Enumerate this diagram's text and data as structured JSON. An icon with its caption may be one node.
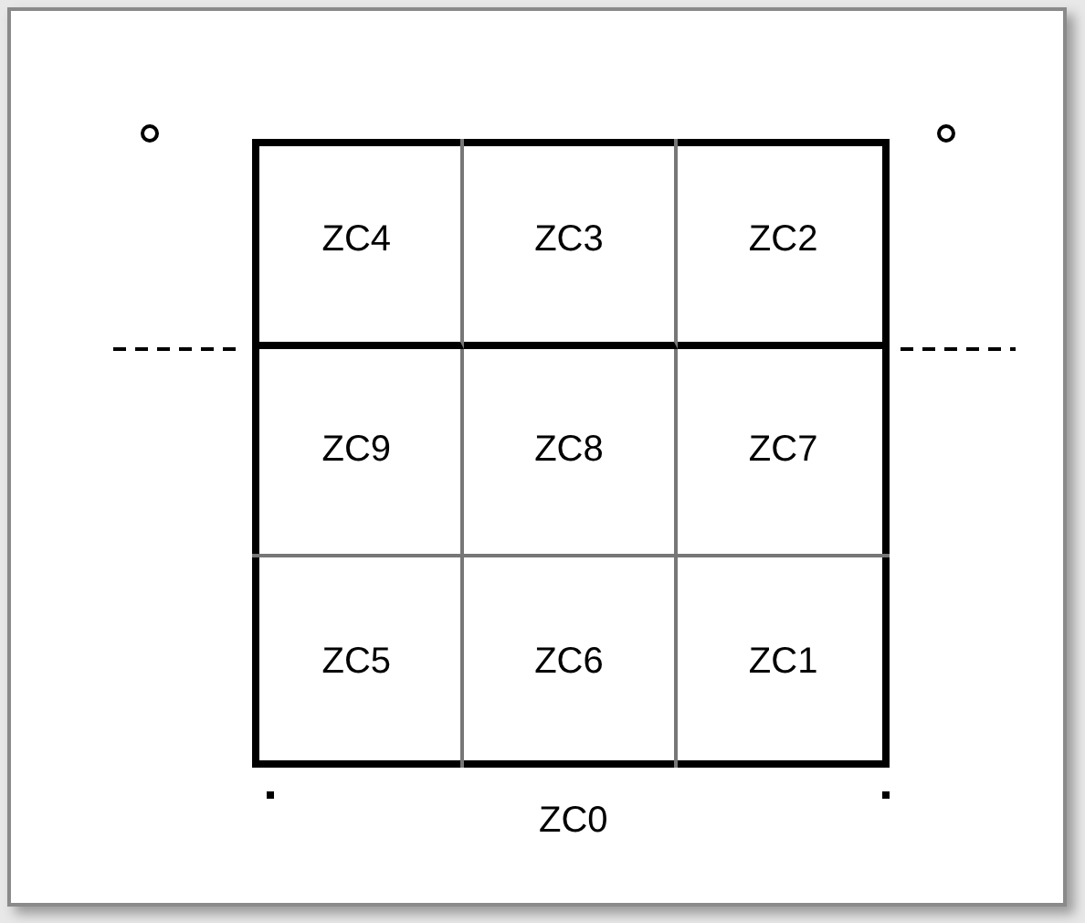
{
  "diagram": {
    "nodes": [
      {
        "text": [
          "ZC4"
        ]
      },
      {
        "text": [
          "ZC3"
        ]
      },
      {
        "text": [
          "ZC2"
        ]
      },
      {
        "text": [
          "ZC9"
        ]
      },
      {
        "text": [
          "ZC8"
        ]
      },
      {
        "text": [
          "ZC7"
        ]
      },
      {
        "text": [
          "ZC5"
        ]
      },
      {
        "text": [
          "ZC6"
        ]
      },
      {
        "text": [
          "ZC1"
        ]
      }
    ],
    "labels": [
      "ZC0"
    ]
  }
}
